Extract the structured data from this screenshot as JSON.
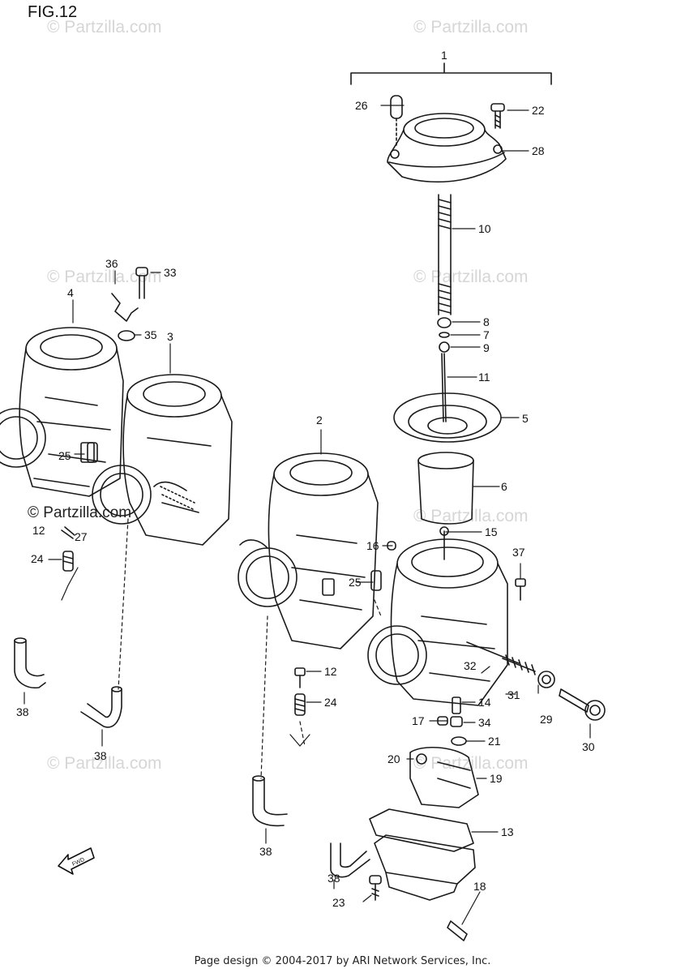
{
  "figure": {
    "title": "FIG.12"
  },
  "watermark": {
    "text": "© Partzilla.com"
  },
  "footer": {
    "text": "Page design © 2004-2017 by ARI Network Services, Inc."
  },
  "icons": {
    "front_arrow": "fwd-arrow-icon",
    "front_arrow_text": "FWD"
  },
  "callouts": [
    "1",
    "2",
    "3",
    "4",
    "5",
    "6",
    "7",
    "8",
    "9",
    "10",
    "11",
    "12",
    "12",
    "13",
    "14",
    "15",
    "16",
    "17",
    "18",
    "19",
    "20",
    "21",
    "22",
    "23",
    "24",
    "24",
    "25",
    "25",
    "26",
    "27",
    "28",
    "29",
    "30",
    "31",
    "32",
    "33",
    "34",
    "35",
    "36",
    "37",
    "38",
    "38",
    "38",
    "38"
  ]
}
